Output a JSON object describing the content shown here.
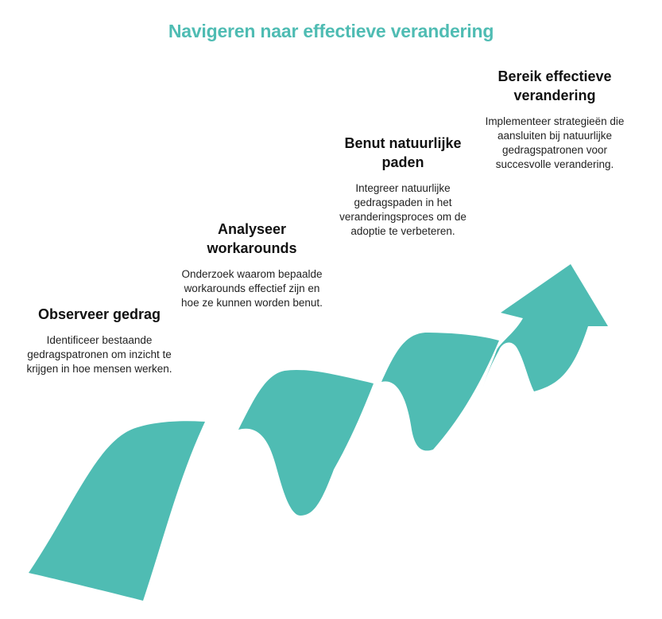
{
  "title": "Navigeren naar effectieve verandering",
  "colors": {
    "accent": "#4fbcb3",
    "text": "#111111"
  },
  "steps": [
    {
      "title": "Observeer gedrag",
      "description": "Identificeer bestaande gedragspatronen om inzicht te krijgen in hoe mensen werken."
    },
    {
      "title": "Analyseer workarounds",
      "description": "Onderzoek waarom bepaalde workarounds effectief zijn en hoe ze kunnen worden benut."
    },
    {
      "title": "Benut natuurlijke paden",
      "description": "Integreer natuurlijke gedragspaden in het veranderingsproces om de adoptie te verbeteren."
    },
    {
      "title": "Bereik effectieve verandering",
      "description": "Implementeer strategieën die aansluiten bij natuurlijke gedragspatronen voor succesvolle verandering."
    }
  ]
}
